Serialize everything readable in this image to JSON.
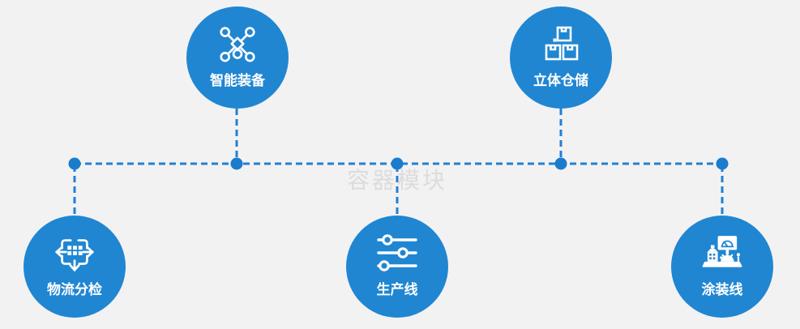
{
  "watermark": "容器模块",
  "colors": {
    "background": "#f2f2f3",
    "circle_blue": "#2086d2",
    "connector_blue": "#2380d1",
    "dot_blue": "#1b7ccd",
    "label_white": "#ffffff",
    "watermark_gray": "#dcdcdc"
  },
  "nodes": [
    {
      "id": "intelligent-equipment",
      "label": "智能装备",
      "icon": "network-nodes-icon",
      "position": "top-left"
    },
    {
      "id": "stereo-warehouse",
      "label": "立体仓储",
      "icon": "stacked-boxes-icon",
      "position": "top-right"
    },
    {
      "id": "logistics-sorting",
      "label": "物流分检",
      "icon": "sorting-arrows-icon",
      "position": "bottom-left"
    },
    {
      "id": "production-line",
      "label": "生产线",
      "icon": "sliders-icon",
      "position": "bottom-center"
    },
    {
      "id": "painting-line",
      "label": "涂装线",
      "icon": "painting-machine-icon",
      "position": "bottom-right"
    }
  ]
}
